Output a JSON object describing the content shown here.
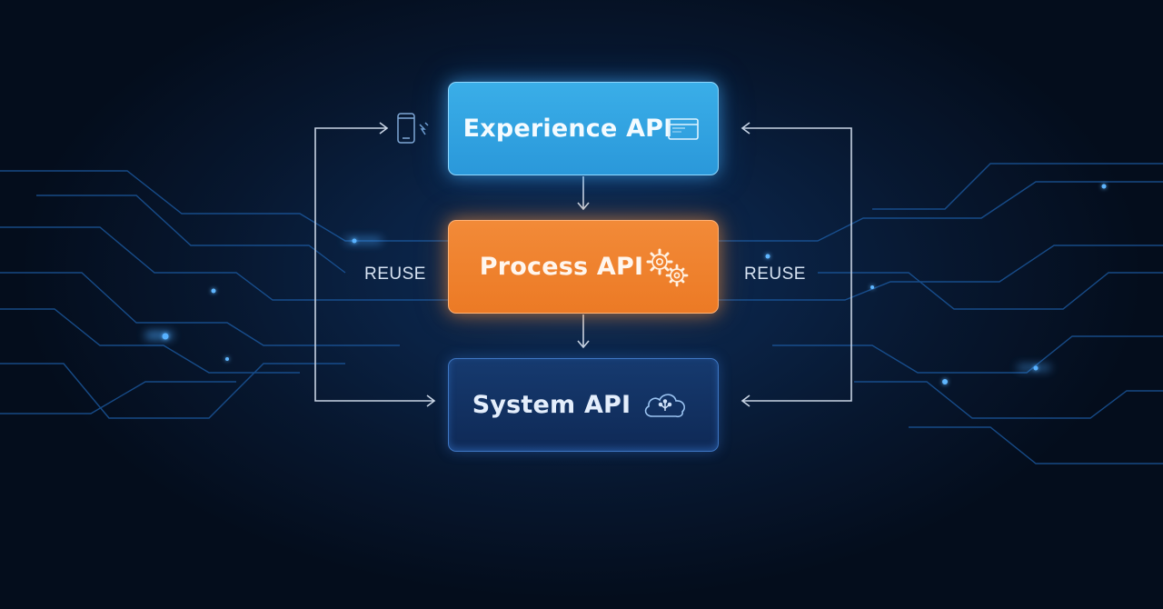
{
  "diagram": {
    "layers": {
      "experience": {
        "label": "Experience API",
        "icon": "browser-window-icon",
        "color": "#35a7e4"
      },
      "process": {
        "label": "Process API",
        "icon": "gears-icon",
        "color": "#ef8330"
      },
      "system": {
        "label": "System API",
        "icon": "cloud-icon",
        "color": "#173a6e"
      }
    },
    "reuse_left": "REUSE",
    "reuse_right": "REUSE",
    "side_icon": "mobile-device-icon"
  }
}
